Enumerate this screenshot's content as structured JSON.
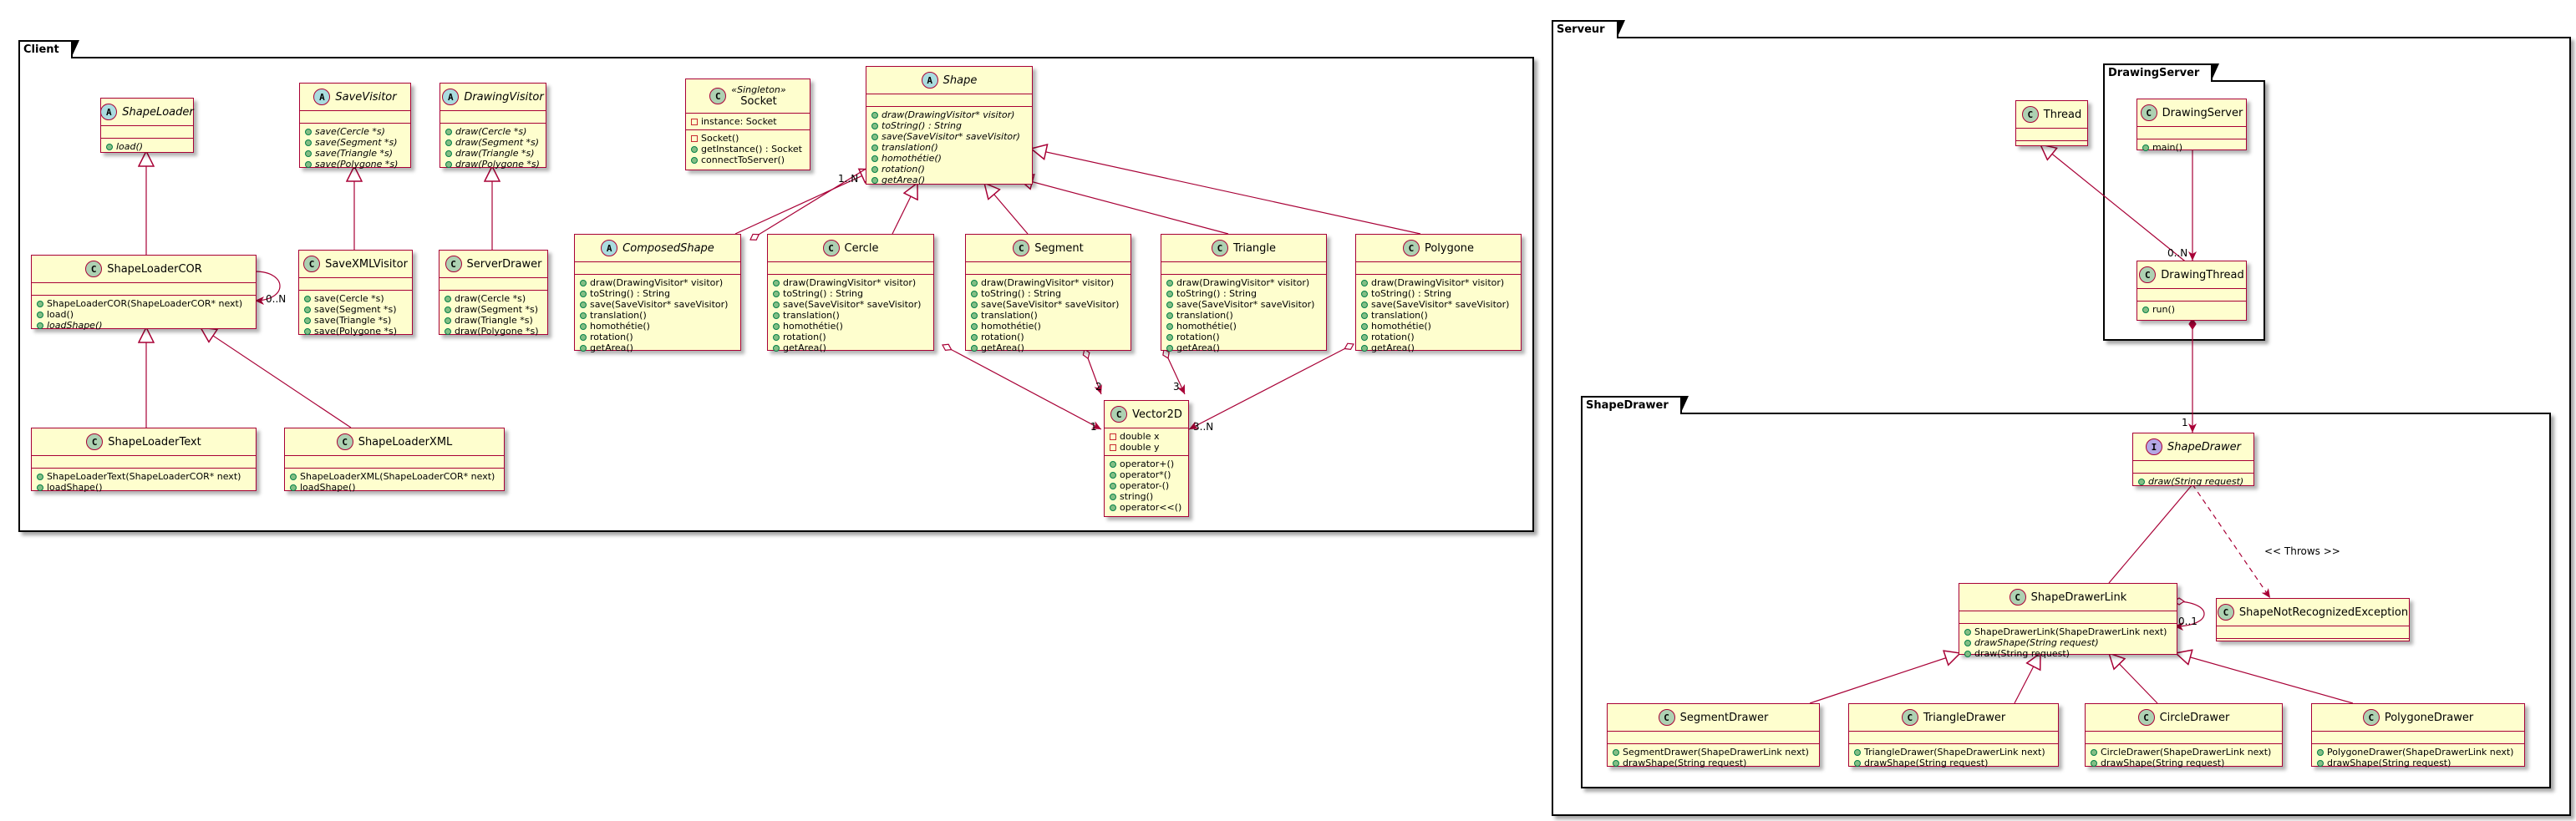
{
  "packages": {
    "client": "Client",
    "serveur": "Serveur",
    "drawing_server": "DrawingServer",
    "shape_drawer": "ShapeDrawer"
  },
  "classes": {
    "ShapeLoader": {
      "kind": "A",
      "name": "ShapeLoader",
      "attrs": [],
      "methods": [
        {
          "t": "load()",
          "abs": true
        }
      ]
    },
    "SaveVisitor": {
      "kind": "A",
      "name": "SaveVisitor",
      "attrs": [],
      "methods": [
        {
          "t": "save(Cercle *s)",
          "abs": true
        },
        {
          "t": "save(Segment *s)",
          "abs": true
        },
        {
          "t": "save(Triangle *s)",
          "abs": true
        },
        {
          "t": "save(Polygone *s)",
          "abs": true
        }
      ]
    },
    "DrawingVisitor": {
      "kind": "A",
      "name": "DrawingVisitor",
      "attrs": [],
      "methods": [
        {
          "t": "draw(Cercle *s)",
          "abs": true
        },
        {
          "t": "draw(Segment *s)",
          "abs": true
        },
        {
          "t": "draw(Triangle *s)",
          "abs": true
        },
        {
          "t": "draw(Polygone *s)",
          "abs": true
        }
      ]
    },
    "Socket": {
      "kind": "C",
      "name": "Socket",
      "stereo": "«Singleton»",
      "attrs": [
        {
          "t": "instance: Socket",
          "vis": "priv"
        }
      ],
      "methods": [
        {
          "t": "Socket()",
          "vis": "priv"
        },
        {
          "t": "getInstance() : Socket"
        },
        {
          "t": "connectToServer()"
        }
      ]
    },
    "Shape": {
      "kind": "A",
      "name": "Shape",
      "attrs": [],
      "methods": [
        {
          "t": "draw(DrawingVisitor* visitor)",
          "abs": true
        },
        {
          "t": "toString() : String",
          "abs": true
        },
        {
          "t": "save(SaveVisitor* saveVisitor)",
          "abs": true
        },
        {
          "t": "translation()",
          "abs": true
        },
        {
          "t": "homothétie()",
          "abs": true
        },
        {
          "t": "rotation()",
          "abs": true
        },
        {
          "t": "getArea()",
          "abs": true
        }
      ]
    },
    "ShapeLoaderCOR": {
      "kind": "C",
      "name": "ShapeLoaderCOR",
      "attrs": [],
      "methods": [
        {
          "t": "ShapeLoaderCOR(ShapeLoaderCOR* next)"
        },
        {
          "t": "load()"
        },
        {
          "t": "loadShape()",
          "abs": true
        }
      ]
    },
    "SaveXMLVisitor": {
      "kind": "C",
      "name": "SaveXMLVisitor",
      "attrs": [],
      "methods": [
        {
          "t": "save(Cercle *s)"
        },
        {
          "t": "save(Segment *s)"
        },
        {
          "t": "save(Triangle *s)"
        },
        {
          "t": "save(Polygone *s)"
        }
      ]
    },
    "ServerDrawer": {
      "kind": "C",
      "name": "ServerDrawer",
      "attrs": [],
      "methods": [
        {
          "t": "draw(Cercle *s)"
        },
        {
          "t": "draw(Segment *s)"
        },
        {
          "t": "draw(Triangle *s)"
        },
        {
          "t": "draw(Polygone *s)"
        }
      ]
    },
    "ComposedShape": {
      "kind": "A",
      "name": "ComposedShape",
      "attrs": [],
      "methods": [
        {
          "t": "draw(DrawingVisitor* visitor)"
        },
        {
          "t": "toString() : String"
        },
        {
          "t": "save(SaveVisitor* saveVisitor)"
        },
        {
          "t": "translation()"
        },
        {
          "t": "homothétie()"
        },
        {
          "t": "rotation()"
        },
        {
          "t": "getArea()"
        }
      ]
    },
    "Cercle": {
      "kind": "C",
      "name": "Cercle",
      "attrs": [],
      "methods": [
        {
          "t": "draw(DrawingVisitor* visitor)"
        },
        {
          "t": "toString() : String"
        },
        {
          "t": "save(SaveVisitor* saveVisitor)"
        },
        {
          "t": "translation()"
        },
        {
          "t": "homothétie()"
        },
        {
          "t": "rotation()"
        },
        {
          "t": "getArea()"
        }
      ]
    },
    "Segment": {
      "kind": "C",
      "name": "Segment",
      "attrs": [],
      "methods": [
        {
          "t": "draw(DrawingVisitor* visitor)"
        },
        {
          "t": "toString() : String"
        },
        {
          "t": "save(SaveVisitor* saveVisitor)"
        },
        {
          "t": "translation()"
        },
        {
          "t": "homothétie()"
        },
        {
          "t": "rotation()"
        },
        {
          "t": "getArea()"
        }
      ]
    },
    "Triangle": {
      "kind": "C",
      "name": "Triangle",
      "attrs": [],
      "methods": [
        {
          "t": "draw(DrawingVisitor* visitor)"
        },
        {
          "t": "toString() : String"
        },
        {
          "t": "save(SaveVisitor* saveVisitor)"
        },
        {
          "t": "translation()"
        },
        {
          "t": "homothétie()"
        },
        {
          "t": "rotation()"
        },
        {
          "t": "getArea()"
        }
      ]
    },
    "Polygone": {
      "kind": "C",
      "name": "Polygone",
      "attrs": [],
      "methods": [
        {
          "t": "draw(DrawingVisitor* visitor)"
        },
        {
          "t": "toString() : String"
        },
        {
          "t": "save(SaveVisitor* saveVisitor)"
        },
        {
          "t": "translation()"
        },
        {
          "t": "homothétie()"
        },
        {
          "t": "rotation()"
        },
        {
          "t": "getArea()"
        }
      ]
    },
    "Vector2D": {
      "kind": "C",
      "name": "Vector2D",
      "attrs": [
        {
          "t": "double x",
          "vis": "priv"
        },
        {
          "t": "double y",
          "vis": "priv"
        }
      ],
      "methods": [
        {
          "t": "operator+()"
        },
        {
          "t": "operator*()"
        },
        {
          "t": "operator-()"
        },
        {
          "t": "string()"
        },
        {
          "t": "operator<<()"
        }
      ]
    },
    "ShapeLoaderText": {
      "kind": "C",
      "name": "ShapeLoaderText",
      "attrs": [],
      "methods": [
        {
          "t": "ShapeLoaderText(ShapeLoaderCOR* next)"
        },
        {
          "t": "loadShape()"
        }
      ]
    },
    "ShapeLoaderXML": {
      "kind": "C",
      "name": "ShapeLoaderXML",
      "attrs": [],
      "methods": [
        {
          "t": "ShapeLoaderXML(ShapeLoaderCOR* next)"
        },
        {
          "t": "loadShape()"
        }
      ]
    },
    "Thread": {
      "kind": "C",
      "name": "Thread",
      "attrs": [],
      "methods": []
    },
    "DrawingServer": {
      "kind": "C",
      "name": "DrawingServer",
      "attrs": [],
      "methods": [
        {
          "t": "main()"
        }
      ]
    },
    "DrawingThread": {
      "kind": "C",
      "name": "DrawingThread",
      "attrs": [],
      "methods": [
        {
          "t": "run()"
        }
      ]
    },
    "ShapeDrawer": {
      "kind": "I",
      "name": "ShapeDrawer",
      "attrs": [],
      "methods": [
        {
          "t": "draw(String request)",
          "abs": true
        }
      ]
    },
    "ShapeDrawerLink": {
      "kind": "C",
      "name": "ShapeDrawerLink",
      "attrs": [],
      "methods": [
        {
          "t": "ShapeDrawerLink(ShapeDrawerLink next)"
        },
        {
          "t": "drawShape(String request)",
          "abs": true
        },
        {
          "t": "draw(String request)"
        }
      ]
    },
    "ShapeNotRecognizedException": {
      "kind": "C",
      "name": "ShapeNotRecognizedException",
      "attrs": [],
      "methods": []
    },
    "SegmentDrawer": {
      "kind": "C",
      "name": "SegmentDrawer",
      "attrs": [],
      "methods": [
        {
          "t": "SegmentDrawer(ShapeDrawerLink next)"
        },
        {
          "t": "drawShape(String request)"
        }
      ]
    },
    "TriangleDrawer": {
      "kind": "C",
      "name": "TriangleDrawer",
      "attrs": [],
      "methods": [
        {
          "t": "TriangleDrawer(ShapeDrawerLink next)"
        },
        {
          "t": "drawShape(String request)"
        }
      ]
    },
    "CircleDrawer": {
      "kind": "C",
      "name": "CircleDrawer",
      "attrs": [],
      "methods": [
        {
          "t": "CircleDrawer(ShapeDrawerLink next)"
        },
        {
          "t": "drawShape(String request)"
        }
      ]
    },
    "PolygoneDrawer": {
      "kind": "C",
      "name": "PolygoneDrawer",
      "attrs": [],
      "methods": [
        {
          "t": "PolygoneDrawer(ShapeDrawerLink next)"
        },
        {
          "t": "drawShape(String request)"
        }
      ]
    }
  },
  "edge_labels": {
    "loader_self": "0..N",
    "shape_composed": "1..N",
    "cercle_vec": "1",
    "segment_vec": "2",
    "triangle_vec": "3",
    "polygone_vec": "3..N",
    "thread_self": "0..N",
    "thread_drawer": "1",
    "link_self": "0..1",
    "throws": "<< Throws >>"
  },
  "colors": {
    "class_fill": "#FEFECE",
    "class_border": "#A80036",
    "class_icon": "#ADD1B2",
    "abstract_icon": "#A9DCDF",
    "interface_icon": "#B4A7E5"
  }
}
